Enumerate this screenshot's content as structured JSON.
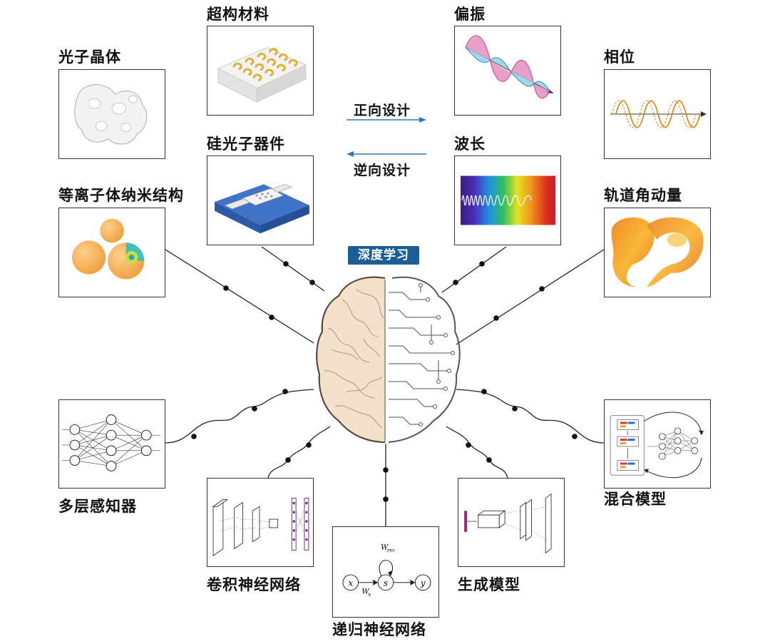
{
  "center": {
    "badge": "深度学习"
  },
  "design": {
    "forward": "正向设计",
    "inverse": "逆向设计"
  },
  "materials": {
    "photonic_crystal": "光子晶体",
    "metamaterial": "超构材料",
    "silicon_photonics": "硅光子器件",
    "plasmonic": "等离子体纳米结构"
  },
  "properties": {
    "polarization": "偏振",
    "phase": "相位",
    "wavelength": "波长",
    "oam": "轨道角动量"
  },
  "models": {
    "mlp": "多层感知器",
    "cnn": "卷积神经网络",
    "rnn": "递归神经网络",
    "generative": "生成模型",
    "hybrid": "混合模型"
  },
  "rnn_diagram": {
    "x": "x",
    "s": "s",
    "y": "y",
    "w_rec": "W",
    "w_rec_sub": "rec",
    "w_x": "W",
    "w_x_sub": "x"
  },
  "colors": {
    "badge": "#1c5f97",
    "arrow": "#2b7bbf"
  }
}
